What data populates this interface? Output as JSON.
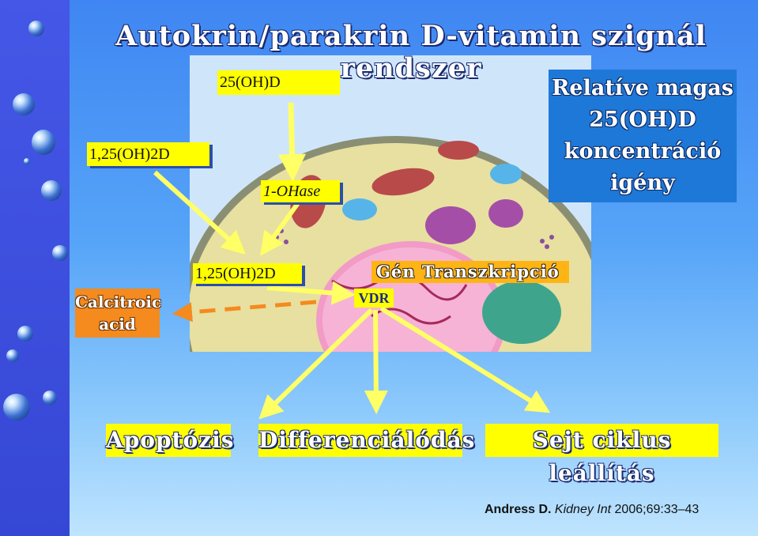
{
  "title": "Autokrin/parakrin D-vitamin szignál rendszer",
  "labels": {
    "precursor": "25(OH)D",
    "active_hormone_left": "1,25(OH)2D",
    "enzyme": "1-OHase",
    "active_hormone_cell": "1,25(OH)2D",
    "catabolite_line1": "Calcitroic",
    "catabolite_line2": "acid",
    "transcription": "Gén Transzkripció",
    "receptor": "VDR"
  },
  "requirement_box": {
    "line1": "Relatíve magas",
    "line2": "25(OH)D",
    "line3": "koncentráció",
    "line4": "igény"
  },
  "effects": [
    "Apoptózis",
    "Differenciálódás",
    "Sejt ciklus leállítás"
  ],
  "citation": {
    "author": "Andress D.",
    "journal": "Kidney Int",
    "details": "2006;69:33–43"
  },
  "colors": {
    "background_top": "#3f86f2",
    "background_bottom": "#bfe4fe",
    "sidebar": "#3647d6",
    "arrow_yellow": "#ffff66",
    "label_yellow": "#ffff00",
    "catabolite_orange": "#f58a1e",
    "transcription_orange": "#ffb416",
    "requirement_blue": "#1e78d8"
  }
}
